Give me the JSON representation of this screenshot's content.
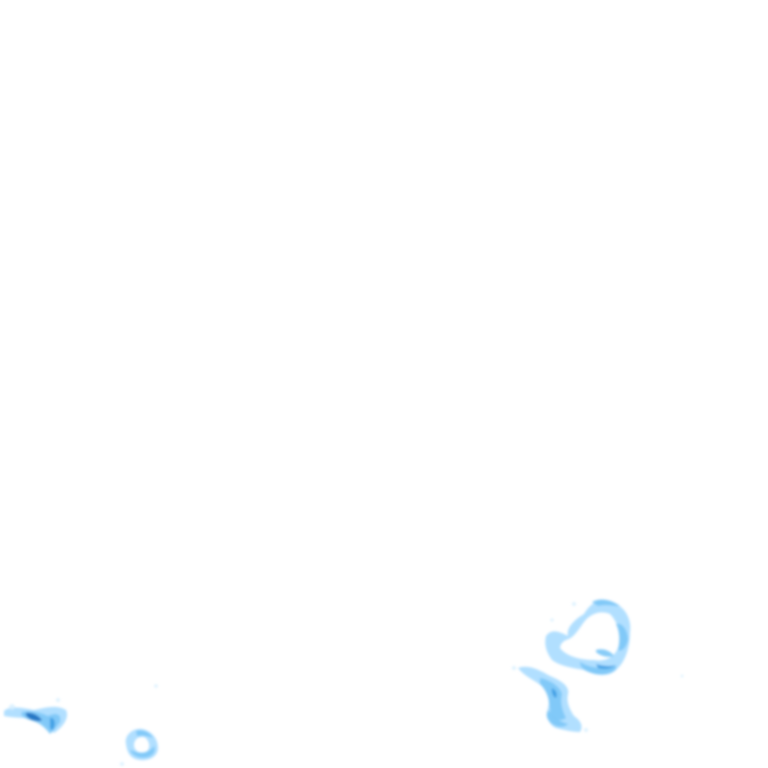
{
  "map": {
    "layer": "precipitation-radar",
    "background_color": "#ffffff",
    "palette": {
      "very_light": "#d6efff",
      "light": "#a8dcff",
      "medium": "#7cc7f7",
      "strong": "#3f9de3",
      "heavy": "#1f6fc0"
    },
    "echo_clusters": [
      {
        "id": "cluster-southwest-left",
        "max_intensity": "heavy"
      },
      {
        "id": "cluster-southwest-ring",
        "max_intensity": "medium"
      },
      {
        "id": "cluster-southeast-ring",
        "max_intensity": "strong"
      },
      {
        "id": "cluster-southeast-tail",
        "max_intensity": "strong"
      }
    ]
  }
}
